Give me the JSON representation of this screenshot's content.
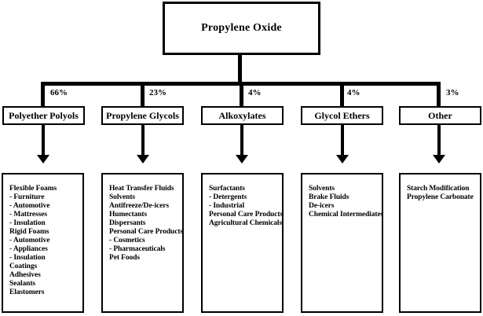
{
  "title": "Propylene Oxide",
  "colors": {
    "line": "#000000",
    "background": "#ffffff",
    "text": "#000000"
  },
  "branches": [
    {
      "percent": "66%",
      "label": "Polyether Polyols",
      "items": [
        "Flexible Foams",
        "- Furniture",
        "- Automotive",
        "- Mattresses",
        "- Insulation",
        "Rigid Foams",
        "- Automotive",
        "- Appliances",
        "- Insulation",
        "Coatings",
        "Adhesives",
        "Sealants",
        "Elastomers"
      ]
    },
    {
      "percent": "23%",
      "label": "Propylene Glycols",
      "items": [
        "Heat Transfer Fluids",
        "Solvents",
        "Antifreeze/De-icers",
        "Humectants",
        "Dispersants",
        "Personal Care Products",
        "- Cosmetics",
        "- Pharmaceuticals",
        "Pet Foods"
      ]
    },
    {
      "percent": "4%",
      "label": "Alkoxylates",
      "items": [
        "Surfactants",
        "- Detergents",
        "- Industrial",
        "Personal Care Products",
        "Agricultural Chemicals"
      ]
    },
    {
      "percent": "4%",
      "label": "Glycol Ethers",
      "items": [
        "Solvents",
        "Brake Fluids",
        "De-icers",
        "Chemical Intermediates"
      ]
    },
    {
      "percent": "3%",
      "label": "Other",
      "items": [
        "Starch Modification",
        "Propylene Carbonate"
      ]
    }
  ]
}
